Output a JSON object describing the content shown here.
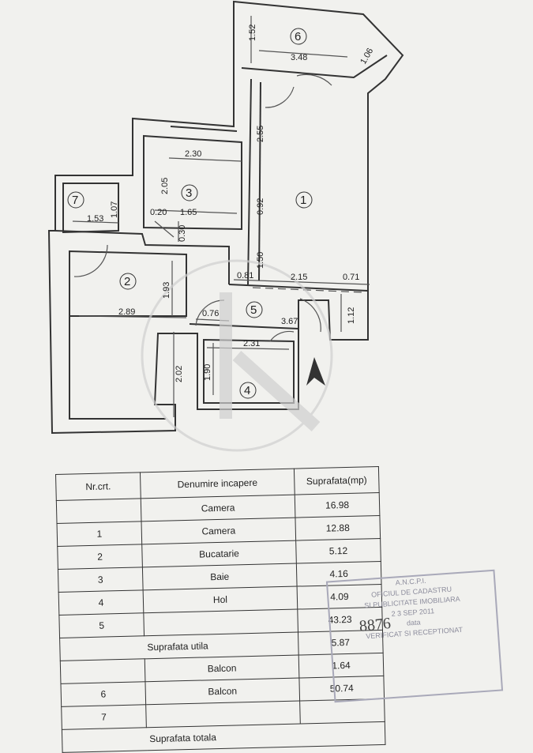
{
  "plan": {
    "rooms": {
      "r1": "1",
      "r2": "2",
      "r3": "3",
      "r4": "4",
      "r5": "5",
      "r6": "6",
      "r7": "7"
    },
    "dims": {
      "d152": "1.52",
      "d348": "3.48",
      "d106": "1.06",
      "d255": "2.55",
      "d230": "2.30",
      "d205": "2.05",
      "d092": "0.92",
      "d153": "1.53",
      "d107": "1.07",
      "d020": "0.20",
      "d165": "1.65",
      "d030": "0.30",
      "d150": "1.50",
      "d081": "0.81",
      "d215": "2.15",
      "d071": "0.71",
      "d193": "1.93",
      "d289": "2.89",
      "d076": "0.76",
      "d367": "3.67",
      "d112": "1.12",
      "d231": "2.31",
      "d202": "2.02",
      "d190": "1.90"
    }
  },
  "table": {
    "headers": [
      "Nr.crt.",
      "Denumire incapere",
      "Suprafata(mp)"
    ],
    "rows": [
      [
        "",
        "Camera",
        "16.98"
      ],
      [
        "1",
        "Camera",
        "12.88"
      ],
      [
        "2",
        "Bucatarie",
        "5.12"
      ],
      [
        "3",
        "Baie",
        "4.16"
      ],
      [
        "4",
        "Hol",
        "4.09"
      ],
      [
        "5",
        "",
        "43.23"
      ]
    ],
    "useful_label": "Suprafata utila",
    "useful_value": "5.87",
    "rows2": [
      [
        "",
        "Balcon",
        "1.64"
      ],
      [
        "6",
        "Balcon",
        "50.74"
      ],
      [
        "7",
        "",
        ""
      ]
    ],
    "total_label": "Suprafata totala"
  },
  "stamp": {
    "line1": "A.N.C.P.I.",
    "line2": "OFICIUL DE CADASTRU",
    "line3": "SI PUBLICITATE IMOBILIARA",
    "line4": "2 3 SEP 2011",
    "line5": "data",
    "line6": "VERIFICAT SI RECEPTIONAT",
    "number": "8876"
  }
}
